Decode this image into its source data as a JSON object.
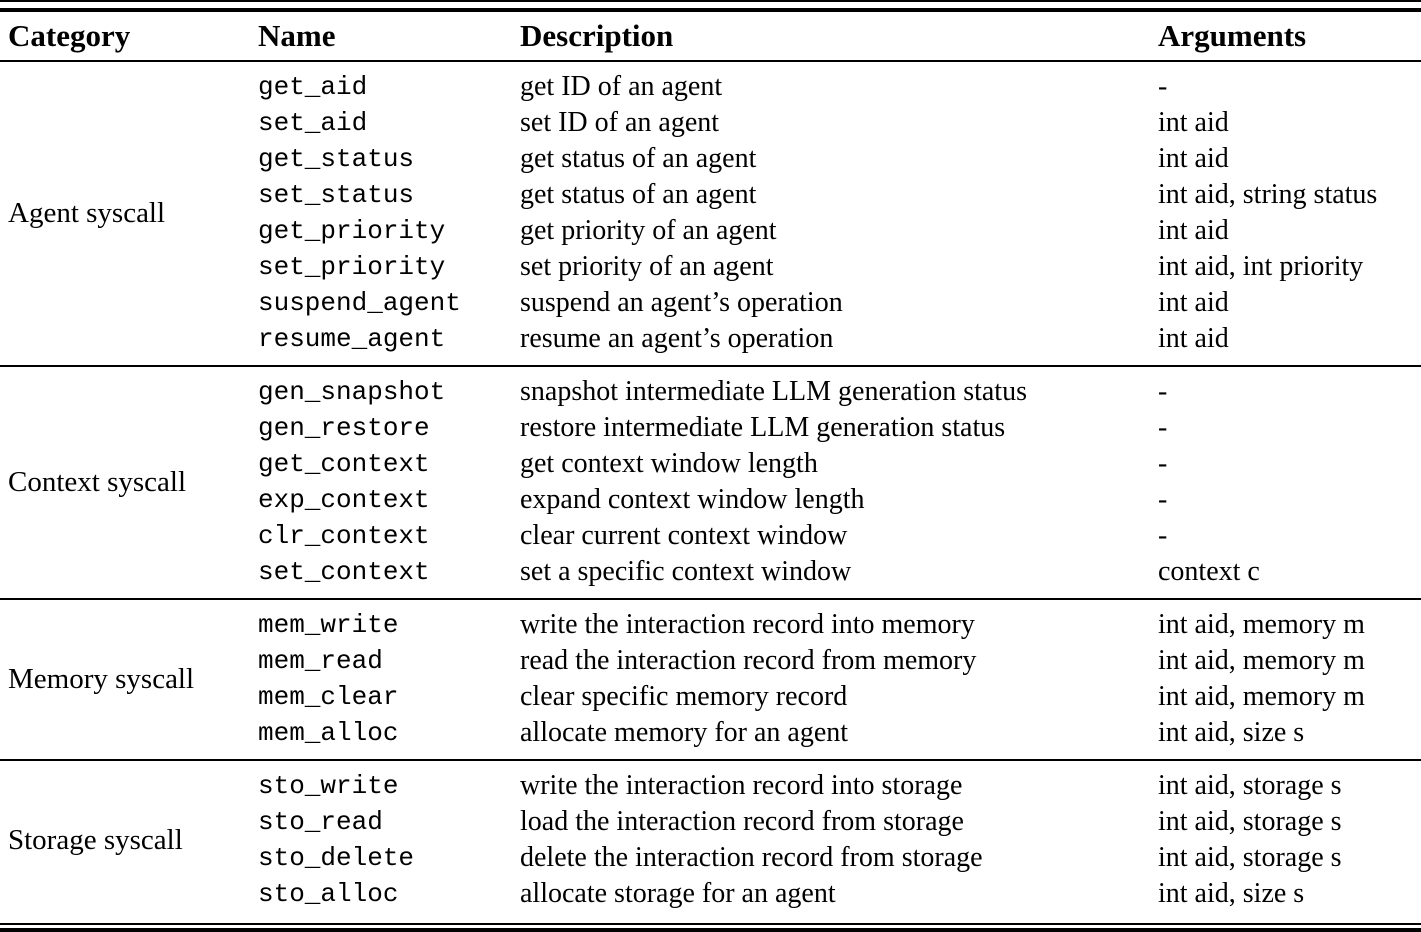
{
  "table": {
    "headers": [
      "Category",
      "Name",
      "Description",
      "Arguments"
    ],
    "sections": [
      {
        "category": "Agent syscall",
        "rows": [
          {
            "name": "get_aid",
            "description": "get ID of an agent",
            "arguments": "-"
          },
          {
            "name": "set_aid",
            "description": "set ID of an agent",
            "arguments": "int aid"
          },
          {
            "name": "get_status",
            "description": "get status of an agent",
            "arguments": "int aid"
          },
          {
            "name": "set_status",
            "description": "get status of an agent",
            "arguments": "int aid, string status"
          },
          {
            "name": "get_priority",
            "description": "get priority of an agent",
            "arguments": "int aid"
          },
          {
            "name": "set_priority",
            "description": "set priority of an agent",
            "arguments": "int aid, int priority"
          },
          {
            "name": "suspend_agent",
            "description": "suspend an agent’s operation",
            "arguments": "int aid"
          },
          {
            "name": "resume_agent",
            "description": "resume an agent’s operation",
            "arguments": "int aid"
          }
        ]
      },
      {
        "category": "Context syscall",
        "rows": [
          {
            "name": "gen_snapshot",
            "description": "snapshot intermediate LLM generation status",
            "arguments": "-"
          },
          {
            "name": "gen_restore",
            "description": "restore intermediate LLM generation status",
            "arguments": "-"
          },
          {
            "name": "get_context",
            "description": "get context window length",
            "arguments": "-"
          },
          {
            "name": "exp_context",
            "description": "expand context window length",
            "arguments": "-"
          },
          {
            "name": "clr_context",
            "description": "clear current context window",
            "arguments": "-"
          },
          {
            "name": "set_context",
            "description": "set a specific context window",
            "arguments": "context c"
          }
        ]
      },
      {
        "category": "Memory syscall",
        "rows": [
          {
            "name": "mem_write",
            "description": "write the interaction record into memory",
            "arguments": "int aid, memory m"
          },
          {
            "name": "mem_read",
            "description": "read the interaction record from memory",
            "arguments": "int aid, memory m"
          },
          {
            "name": "mem_clear",
            "description": "clear specific memory record",
            "arguments": "int aid, memory m"
          },
          {
            "name": "mem_alloc",
            "description": "allocate memory for an agent",
            "arguments": "int aid, size s"
          }
        ]
      },
      {
        "category": "Storage syscall",
        "rows": [
          {
            "name": "sto_write",
            "description": "write the interaction record into storage",
            "arguments": "int aid, storage s"
          },
          {
            "name": "sto_read",
            "description": "load the interaction record from storage",
            "arguments": "int aid, storage s"
          },
          {
            "name": "sto_delete",
            "description": "delete the interaction record from storage",
            "arguments": "int aid, storage s"
          },
          {
            "name": "sto_alloc",
            "description": "allocate storage for an agent",
            "arguments": "int aid, size s"
          }
        ]
      }
    ]
  }
}
